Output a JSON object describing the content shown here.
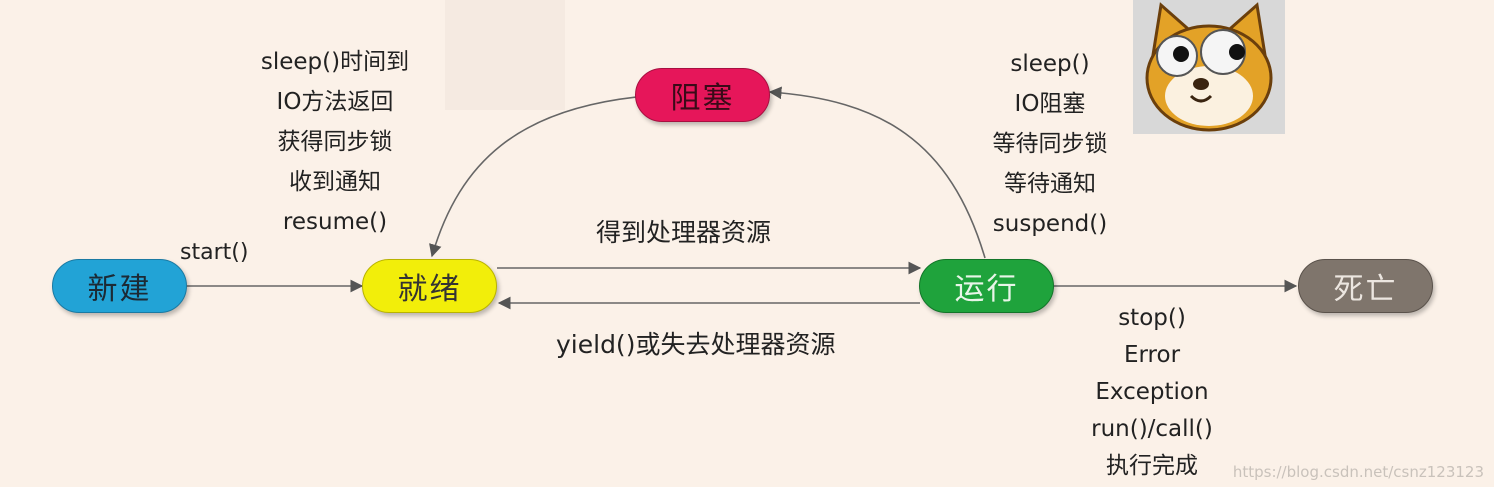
{
  "nodes": {
    "new": "新建",
    "ready": "就绪",
    "blocked": "阻塞",
    "running": "运行",
    "dead": "死亡"
  },
  "edges": {
    "start": "start()",
    "get_cpu": "得到处理器资源",
    "yield": "yield()或失去处理器资源",
    "to_ready_from_blocked": [
      "sleep()时间到",
      "IO方法返回",
      "获得同步锁",
      "收到通知",
      "resume()"
    ],
    "to_blocked": [
      "sleep()",
      "IO阻塞",
      "等待同步锁",
      "等待通知",
      "suspend()"
    ],
    "to_dead": [
      "stop()",
      "Error",
      "Exception",
      "run()/call()",
      "执行完成"
    ]
  },
  "watermark": "https://blog.csdn.net/csnz123123",
  "colors": {
    "new": "#22a3d6",
    "ready": "#f2ee0a",
    "blocked": "#e6165a",
    "running": "#1fa33c",
    "dead": "#7f756c",
    "background": "#fbf1e8"
  }
}
